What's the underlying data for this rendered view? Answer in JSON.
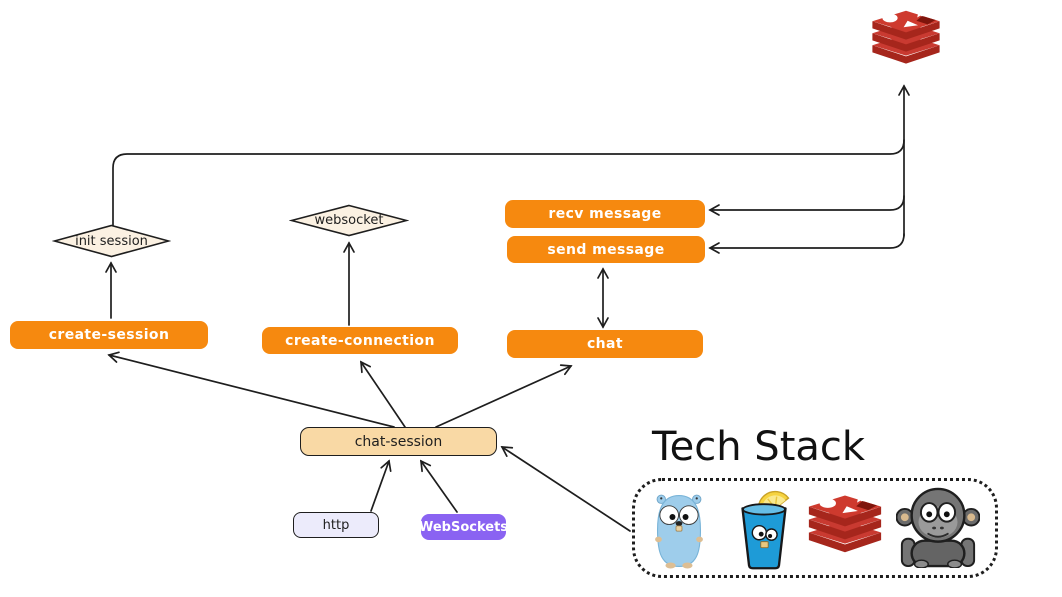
{
  "diagram": {
    "nodes": {
      "redis": {
        "icon": "redis-icon"
      },
      "init_session": {
        "label": "init session",
        "shape": "diamond",
        "fill": "#fbf1e2"
      },
      "websocket": {
        "label": "websocket",
        "shape": "diamond",
        "fill": "#fbf1e2"
      },
      "recv_message": {
        "label": "recv message",
        "shape": "rect",
        "fill": "#f6890f"
      },
      "send_message": {
        "label": "send message",
        "shape": "rect",
        "fill": "#f6890f"
      },
      "create_session": {
        "label": "create-session",
        "shape": "rect",
        "fill": "#f6890f"
      },
      "create_connection": {
        "label": "create-connection",
        "shape": "rect",
        "fill": "#f6890f"
      },
      "chat": {
        "label": "chat",
        "shape": "rect",
        "fill": "#f6890f"
      },
      "chat_session": {
        "label": "chat-session",
        "shape": "rect",
        "fill": "#f9d9a5"
      },
      "http": {
        "label": "http",
        "shape": "rect",
        "fill": "#ecebfb"
      },
      "websockets": {
        "label": "WebSockets",
        "shape": "rect",
        "fill": "#8a63f2"
      }
    },
    "edges": [
      {
        "from": "init_session",
        "to": "redis",
        "arrow": "end"
      },
      {
        "from": "redis_line",
        "to": "recv_message",
        "arrow": "end"
      },
      {
        "from": "redis_line",
        "to": "send_message",
        "arrow": "end"
      },
      {
        "from": "create_session",
        "to": "init_session",
        "arrow": "end"
      },
      {
        "from": "create_connection",
        "to": "websocket",
        "arrow": "end"
      },
      {
        "from": "chat",
        "to": "send_message",
        "arrow": "both"
      },
      {
        "from": "chat_session",
        "to": "create_session",
        "arrow": "end"
      },
      {
        "from": "chat_session",
        "to": "create_connection",
        "arrow": "end"
      },
      {
        "from": "chat_session",
        "to": "chat",
        "arrow": "end"
      },
      {
        "from": "http",
        "to": "chat_session",
        "arrow": "end"
      },
      {
        "from": "websockets",
        "to": "chat_session",
        "arrow": "end"
      },
      {
        "from": "tech_stack",
        "to": "chat_session",
        "arrow": "end"
      }
    ]
  },
  "tech_stack": {
    "title": "Tech Stack",
    "items": [
      {
        "icon": "go-gopher-icon"
      },
      {
        "icon": "gin-glass-icon"
      },
      {
        "icon": "redis-icon"
      },
      {
        "icon": "gorilla-icon"
      }
    ]
  },
  "colors": {
    "background": "#ffffff",
    "ink": "#1e1e1e",
    "orange": "#f6890f",
    "peach": "#f9d9a5",
    "cream": "#fbf1e2",
    "purple": "#8a63f2",
    "lavender": "#ecebfb",
    "redis_red": "#c93a31"
  }
}
